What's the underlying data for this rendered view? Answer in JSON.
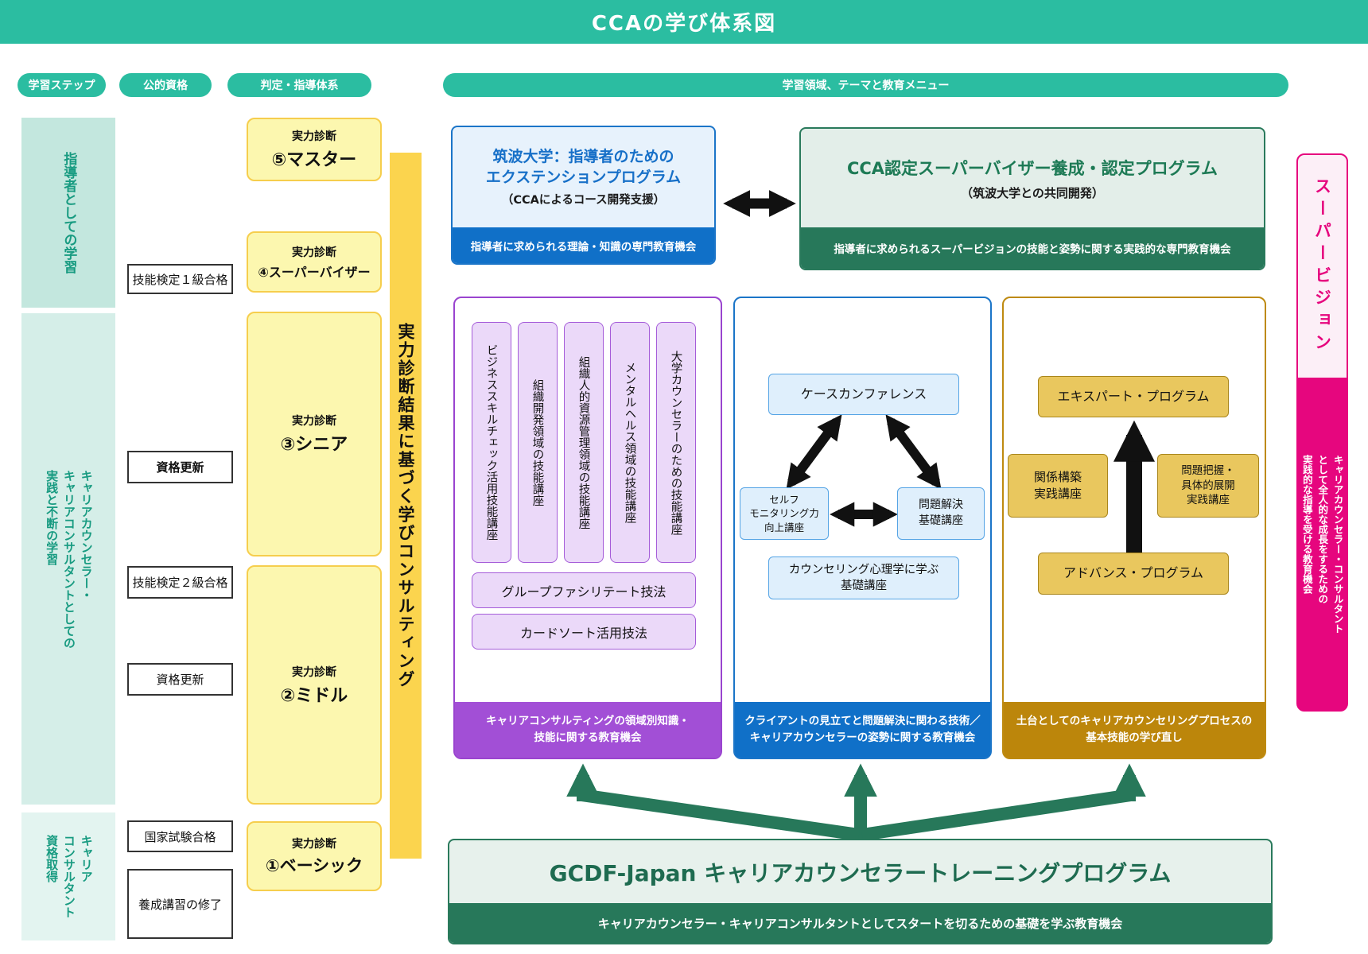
{
  "title": "CCAの学び体系図",
  "pills": {
    "step": "学習ステップ",
    "qualification": "公的資格",
    "judgement": "判定・指導体系",
    "menu": "学習領域、テーマと教育メニュー"
  },
  "bands": [
    {
      "lines": [
        "指導者としての学習"
      ]
    },
    {
      "lines": [
        "キャリアカウンセラー・",
        "キャリアコンサルタントとしての",
        "実践と不断の学習"
      ]
    },
    {
      "lines": [
        "キャリア",
        "コンサルタント",
        "資格取得"
      ]
    }
  ],
  "qualifications": [
    "技能検定１級合格",
    "資格更新",
    "技能検定２級合格",
    "資格更新",
    "国家試験合格",
    "養成講習の修了"
  ],
  "diagnosis": {
    "label": "実力診断",
    "levels": [
      "⑤マスター",
      "④スーパーバイザー",
      "③シニア",
      "②ミドル",
      "①ベーシック"
    ]
  },
  "consulting_bar": "実力診断結果に基づく学びコンサルティング",
  "tsukuba": {
    "title_line1": "筑波大学：指導者のための",
    "title_line2": "エクステンションプログラム",
    "subtitle": "（CCAによるコース開発支援）",
    "footer": "指導者に求められる理論・知識の専門教育機会"
  },
  "sv_program": {
    "title": "CCA認定スーパーバイザー養成・認定プログラム",
    "subtitle": "（筑波大学との共同開発）",
    "footer": "指導者に求められるスーパービジョンの技能と姿勢に関する実践的な専門教育機会"
  },
  "domain_panel": {
    "columns": [
      "ビジネススキルチェック活用技能講座",
      "組織開発領域の技能講座",
      "組織人的資源管理領域の技能講座",
      "メンタルヘルス領域の技能講座",
      "大学カウンセラーのための技能講座"
    ],
    "extras": [
      "グループファシリテート技法",
      "カードソート活用技法"
    ],
    "footer_lines": [
      "キャリアコンサルティングの領域別知識・",
      "技能に関する教育機会"
    ]
  },
  "client_panel": {
    "case_conference": "ケースカンファレンス",
    "self_lines": [
      "セルフ",
      "モニタリング力",
      "向上講座"
    ],
    "problem_lines": [
      "問題解決",
      "基礎講座"
    ],
    "psychology_lines": [
      "カウンセリング心理学に学ぶ",
      "基礎講座"
    ],
    "footer_lines": [
      "クライアントの見立てと問題解決に関わる技術／",
      "キャリアカウンセラーの姿勢に関する教育機会"
    ]
  },
  "process_panel": {
    "expert": "エキスパート・プログラム",
    "relation_lines": [
      "関係構築",
      "実践講座"
    ],
    "grasp_lines": [
      "問題把握・",
      "具体的展開",
      "実践講座"
    ],
    "advance": "アドバンス・プログラム",
    "footer_lines": [
      "土台としてのキャリアカウンセリングプロセスの",
      "基本技能の学び直し"
    ]
  },
  "supervision": {
    "title": "スーパービジョン",
    "desc_lines": [
      "キャリアカウンセラー・コンサルタント",
      "として全人的な成長をするための",
      "実践的な指導を受ける教育機会"
    ]
  },
  "gcdf": {
    "title": "GCDF-Japan キャリアカウンセラートレーニングプログラム",
    "footer": "キャリアカウンセラー・キャリアコンサルタントとしてスタートを切るための基礎を学ぶ教育機会"
  },
  "colors": {
    "teal": "#2BBDA1",
    "band_text": "#189B81",
    "yellow_fill": "#FCF7AF",
    "yellow_border": "#F6CE4D",
    "yellow_bar": "#FBD44E",
    "blue": "#1B75C8",
    "green": "#27785A",
    "purple": "#A24FD6",
    "gold": "#BC860B",
    "magenta": "#E6067E",
    "arrow_black": "#111111"
  }
}
